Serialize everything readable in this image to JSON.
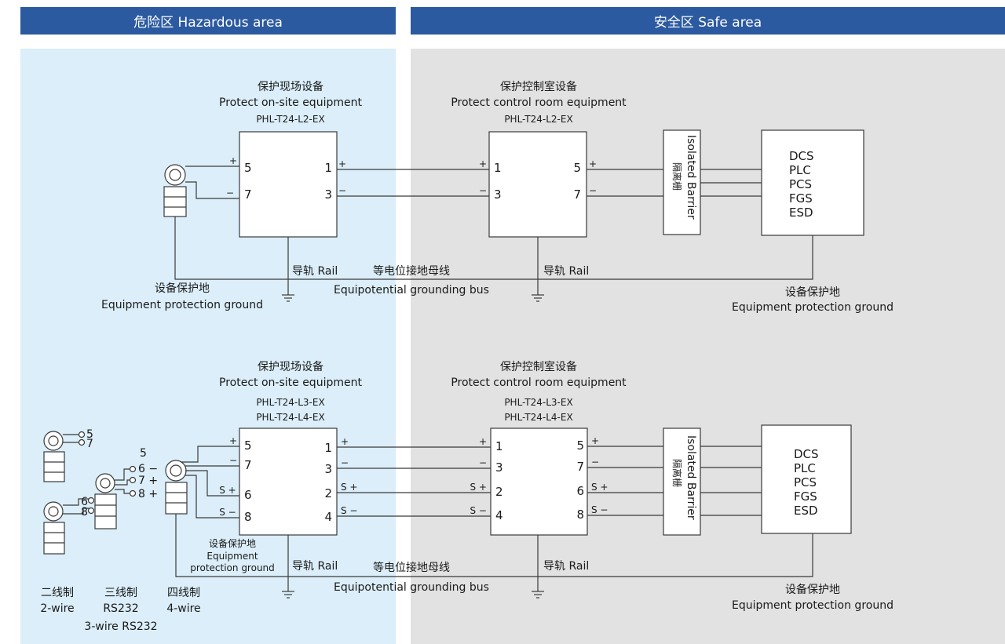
{
  "colors": {
    "header": "#2c5aa0",
    "hazard_bg": "#dbeef9",
    "safe_bg": "#e2e2e2",
    "line": "#3a3a3a"
  },
  "headers": {
    "hazard": "危险区 Hazardous area",
    "safe": "安全区 Safe area"
  },
  "common": {
    "field_cn": "保护现场设备",
    "field_en": "Protect on-site equipment",
    "ctrl_cn": "保护控制室设备",
    "ctrl_en": "Protect control room equipment",
    "rail": "导轨 Rail",
    "bus_cn": "等电位接地母线",
    "bus_en": "Equipotential grounding bus",
    "ground_cn": "设备保护地",
    "ground_en": "Equipment protection ground",
    "barrier_en": "Isolated Barrier",
    "barrier_cn": "隔离栅",
    "systems": [
      "DCS",
      "PLC",
      "PCS",
      "FGS",
      "ESD"
    ]
  },
  "top": {
    "model": "PHL-T24-L2-EX",
    "field_terms": [
      "5",
      "7"
    ],
    "field_out": [
      "1",
      "3"
    ],
    "ctrl_in": [
      "1",
      "3"
    ],
    "ctrl_out": [
      "5",
      "7"
    ],
    "plus": "+",
    "minus": "−"
  },
  "bottom": {
    "model_1": "PHL-T24-L3-EX",
    "model_2": "PHL-T24-L4-EX",
    "field_terms": [
      "5",
      "7",
      "6",
      "8"
    ],
    "field_out": [
      "1",
      "3",
      "2",
      "4"
    ],
    "ctrl_in": [
      "1",
      "3",
      "2",
      "4"
    ],
    "ctrl_out": [
      "5",
      "7",
      "6",
      "8"
    ],
    "sig_left": [
      "+",
      "−",
      "S +",
      "S −"
    ],
    "sig_right": [
      "+",
      "−",
      "S +",
      "S −"
    ],
    "ground_cn": "设备保护地",
    "ground_en_1": "Equipment",
    "ground_en_2": "protection ground",
    "tx2": {
      "cn": "二线制",
      "en": "2-wire",
      "terms": [
        "5",
        "7"
      ]
    },
    "tx3": {
      "cn": "三线制",
      "en": "RS232",
      "en2": "3-wire RS232",
      "terms": [
        "5",
        "6 −",
        "7 +",
        "8 +"
      ]
    },
    "tx4": {
      "cn": "四线制",
      "en": "4-wire",
      "terms": [
        "6",
        "8"
      ]
    }
  }
}
